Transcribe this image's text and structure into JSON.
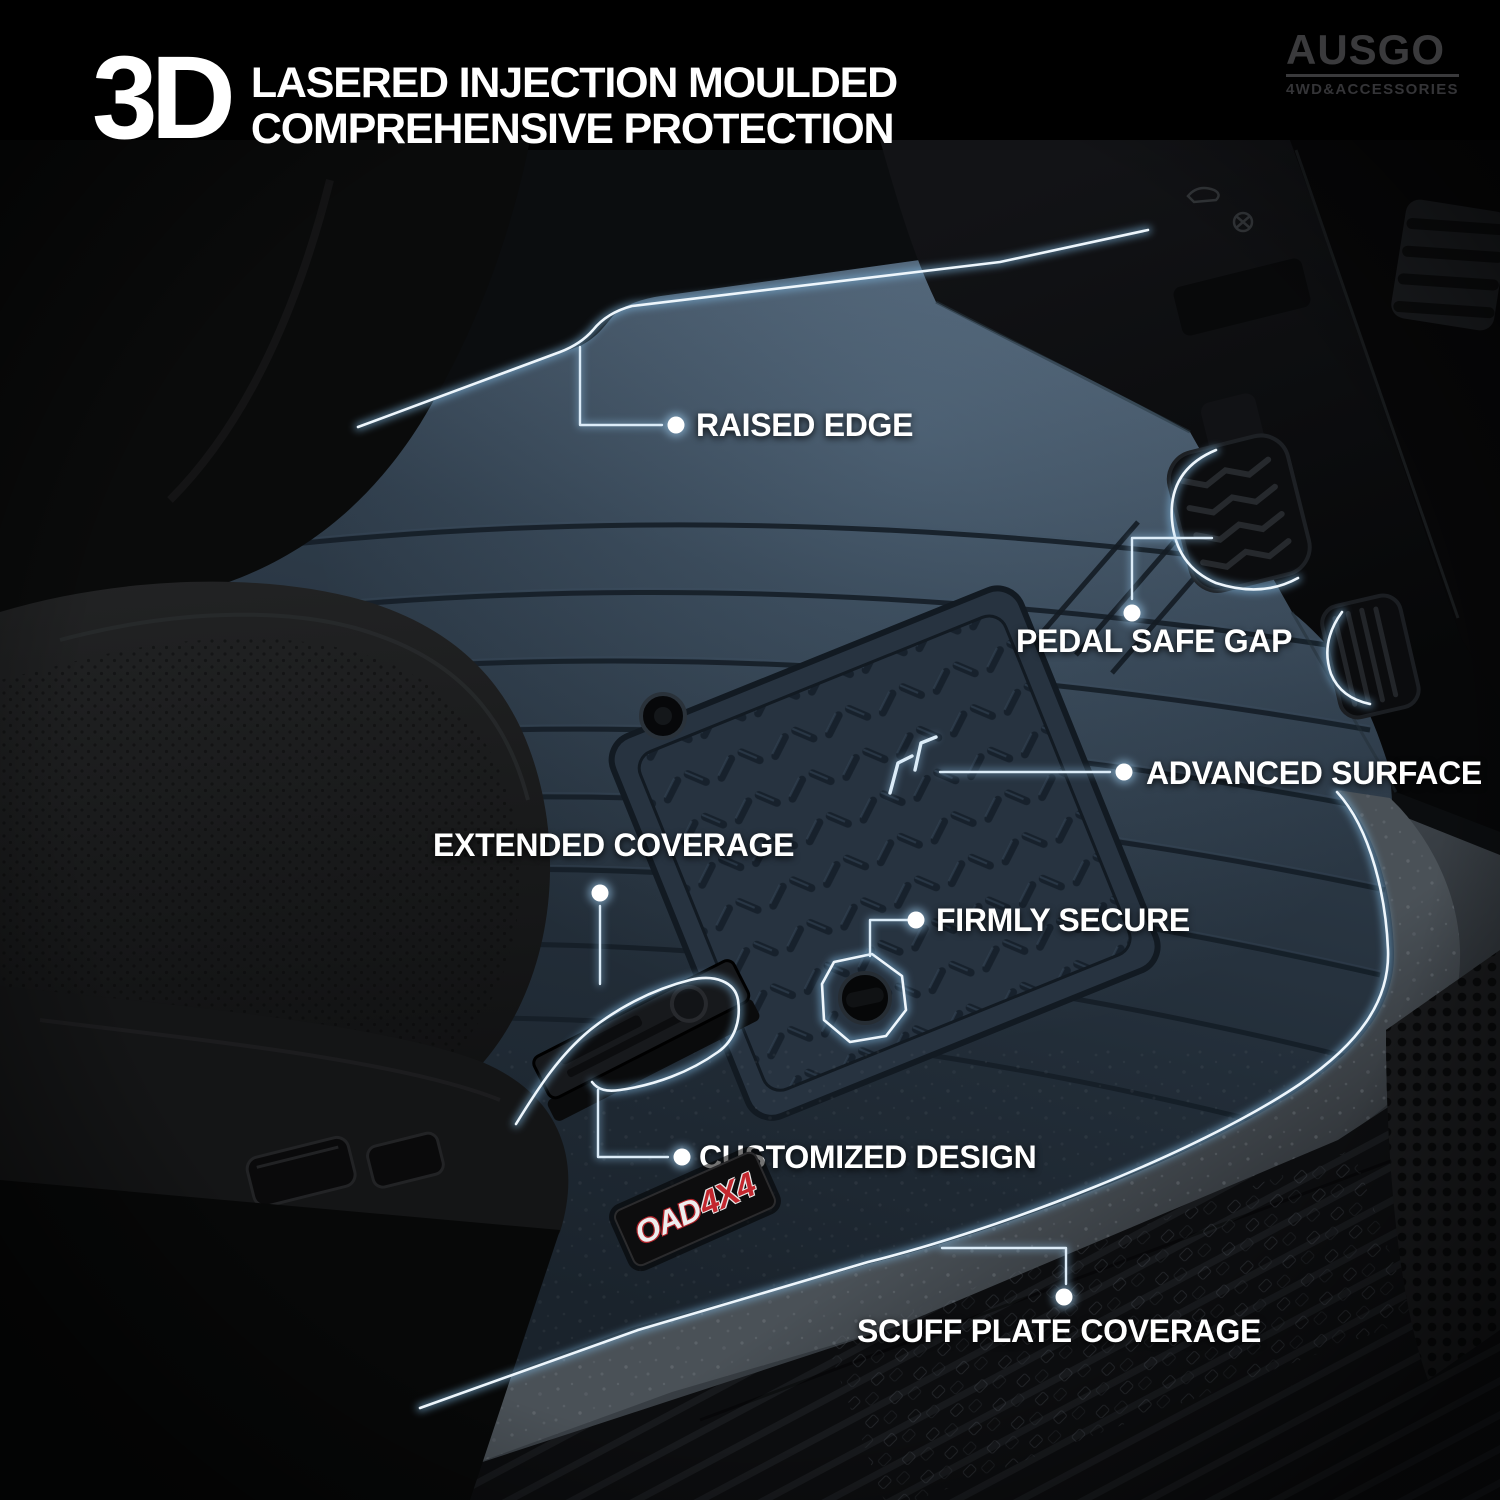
{
  "title": {
    "badge": "3D",
    "line1": "LASERED INJECTION MOULDED",
    "line2": "COMPREHENSIVE PROTECTION"
  },
  "brand": {
    "name": "AUSGO",
    "tagline": "4WD&ACCESSORIES"
  },
  "mat_badge": {
    "brand": "OAD",
    "model": "4X4"
  },
  "callouts": [
    {
      "id": "raised-edge",
      "label": "RAISED EDGE"
    },
    {
      "id": "pedal-safe-gap",
      "label": "PEDAL SAFE GAP"
    },
    {
      "id": "advanced-surface",
      "label": "ADVANCED SURFACE"
    },
    {
      "id": "extended-coverage",
      "label": "EXTENDED COVERAGE"
    },
    {
      "id": "firmly-secure",
      "label": "FIRMLY SECURE"
    },
    {
      "id": "customized-design",
      "label": "CUSTOMIZED DESIGN"
    },
    {
      "id": "scuff-plate-coverage",
      "label": "SCUFF PLATE COVERAGE"
    }
  ],
  "colors": {
    "background": "#000000",
    "label_text": "#ffffff",
    "glow_line": "#e9f4fc",
    "glow_halo": "#7fb7e0",
    "mat_blue": "#33414f",
    "badge_red": "#c3272e",
    "logo_gray": "#3a3a3c"
  }
}
